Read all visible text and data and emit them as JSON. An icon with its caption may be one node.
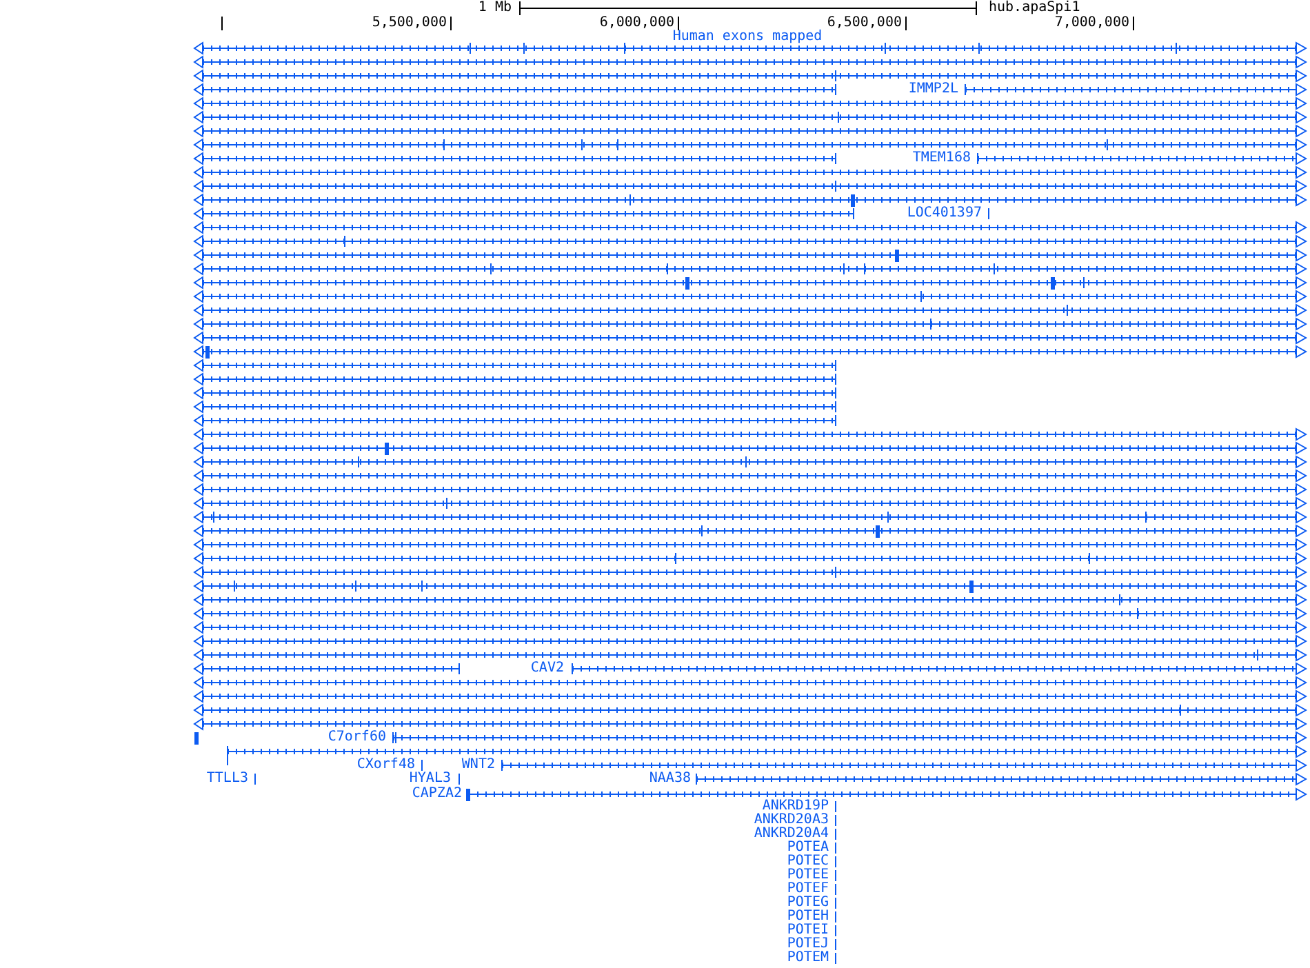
{
  "diagram": {
    "labels": [
      "1 Mb",
      "hub.apaSpi1",
      "5,500,000",
      "6,000,000",
      "6,500,000",
      "7,000,000",
      "Human exons mapped",
      "IMMP2L",
      "TMEM168",
      "LOC401397",
      "CAV2",
      "C7orf60",
      "CXorf48",
      "WNT2",
      "TTLL3",
      "HYAL3",
      "NAA38",
      "CAPZA2",
      "ANKRD19P",
      "ANKRD20A3",
      "ANKRD20A4",
      "POTEA",
      "POTEC",
      "POTEE",
      "POTEF",
      "POTEG",
      "POTEH",
      "POTEI",
      "POTEJ",
      "POTEM"
    ]
  }
}
